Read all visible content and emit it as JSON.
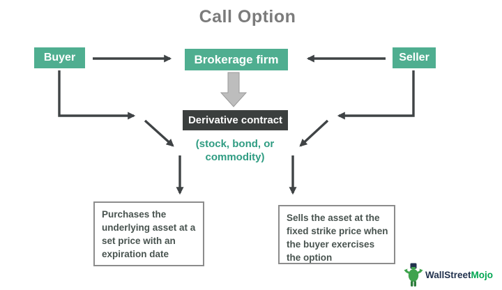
{
  "title": "Call Option",
  "nodes": {
    "buyer": {
      "label": "Buyer"
    },
    "brokerage": {
      "label": "Brokerage firm"
    },
    "seller": {
      "label": "Seller"
    },
    "derivative": {
      "label": "Derivative contract"
    },
    "note": {
      "lines": [
        "(stock, bond, or",
        "commodity)"
      ]
    }
  },
  "actions": {
    "buyer": {
      "lines": [
        "Purchases the",
        "underlying asset at a",
        "set price with an",
        "expiration date"
      ]
    },
    "seller": {
      "lines": [
        "Sells the asset at the",
        "fixed strike price when",
        "the buyer exercises",
        "the option"
      ]
    }
  },
  "logo": {
    "part1": "WallStreet",
    "part2": "Mojo"
  },
  "colors": {
    "node_teal": "#4FAE90",
    "dark_box": "#3B3F3E",
    "arrow_dark": "#3F4345",
    "block_arrow_fill": "#BDBDBD",
    "block_arrow_border": "#9A9A9A",
    "note_teal": "#2F9C82",
    "action_border": "#8C8C8C",
    "action_text": "#48534F",
    "title_gray": "#7B7B7B",
    "logo_navy": "#21314D",
    "logo_green": "#00A651"
  }
}
